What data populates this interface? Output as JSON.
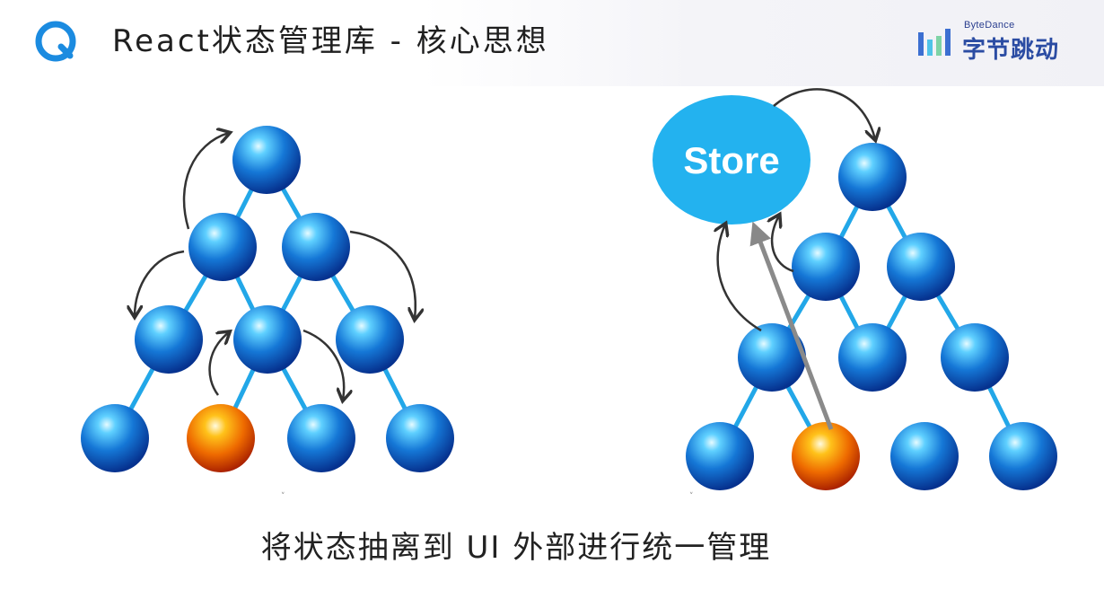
{
  "header": {
    "title": "React状态管理库 - 核心思想",
    "brand_small": "ByteDance",
    "brand_name": "字节跳动"
  },
  "diagram": {
    "store_label": "Store"
  },
  "caption": "将状态抽离到 UI 外部进行统一管理",
  "colors": {
    "node_blue": "#1a7fd8",
    "node_orange": "#e05a00",
    "store_blue": "#23b2ef",
    "edge": "#22a7e8",
    "arrow": "#333333",
    "brand": "#2b4ca3"
  }
}
